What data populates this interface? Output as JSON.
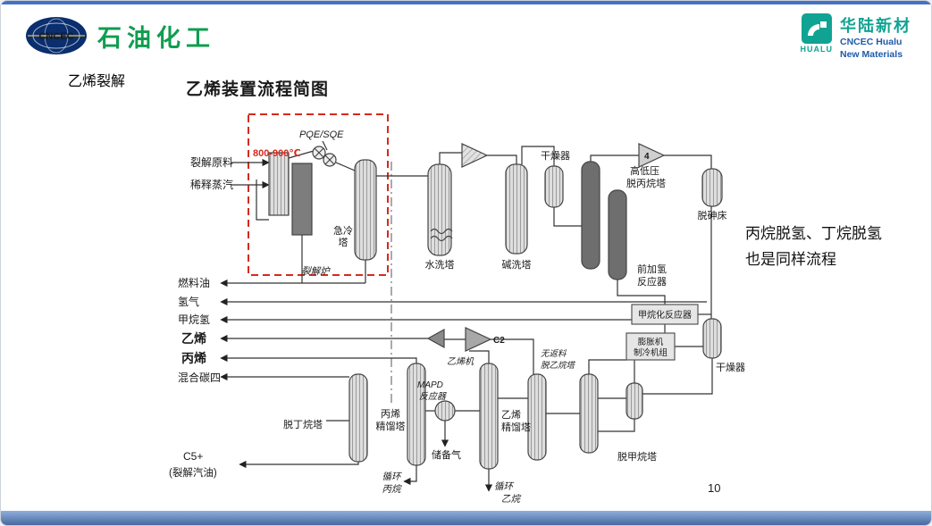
{
  "header": {
    "cncec_logo_text": "CNCEC",
    "brand_title": "石油化工",
    "hualu_cn": "华陆新材",
    "hualu_en_line1": "CNCEC Hualu",
    "hualu_en_line2": "New Materials",
    "hualu_mark": "HUALU"
  },
  "slide": {
    "topic": "乙烯裂解",
    "diagram_title": "乙烯装置流程简图",
    "side_note_line1": "丙烷脱氢、丁烷脱氢",
    "side_note_line2": "也是同样流程",
    "page_number": "10"
  },
  "diagram": {
    "feed": "裂解原料",
    "dilution_steam": "稀释蒸汽",
    "temperature": "800-900℃",
    "pqe_sqe": "PQE/SQE",
    "furnace": "裂解炉",
    "quench_tower_l1": "急冷",
    "quench_tower_l2": "塔",
    "water_wash_tower": "水洗塔",
    "caustic_wash_tower": "碱洗塔",
    "dryer_top": "干燥器",
    "depropanizer_l1": "高低压",
    "depropanizer_l2": "脱丙烷塔",
    "compressor_4": "4",
    "arsenic_bed": "脱砷床",
    "front_hydro_l1": "前加氢",
    "front_hydro_l2": "反应器",
    "methanation_reactor": "甲烷化反应器",
    "expander_l1": "膨胀机",
    "expander_l2": "制冷机组",
    "dryer_right": "干燥器",
    "fuel_oil": "燃料油",
    "hydrogen": "氢气",
    "methane_hydrogen": "甲烷氢",
    "ethylene": "乙烯",
    "propylene": "丙烯",
    "mixed_c4": "混合碳四",
    "c5_plus": "C5+",
    "cracked_gasoline": "(裂解汽油)",
    "debutanizer": "脱丁烷塔",
    "propylene_tower_l1": "丙烯",
    "propylene_tower_l2": "精馏塔",
    "mapd_l1": "MAPD",
    "mapd_l2": "反应器",
    "storage_gas": "储备气",
    "recycle_propane_l1": "循环",
    "recycle_propane_l2": "丙烷",
    "ethylene_tower_l1": "乙烯",
    "ethylene_tower_l2": "精馏塔",
    "recycle_ethane_l1": "循环",
    "recycle_ethane_l2": "乙烷",
    "deethanizer_l1": "无返料",
    "deethanizer_l2": "脱乙烷塔",
    "demethanizer": "脱甲烷塔",
    "c2_compressor": "C2",
    "ethylene_machine": "乙烯机"
  },
  "colors": {
    "top_line_blue": "#4472c4",
    "bottom_bar_blue": "#48699f",
    "brand_green": "#0f9d4e",
    "hualu_teal": "#10a393",
    "hualu_blue": "#1e5ba8",
    "highlight_red": "#d42a1e"
  }
}
